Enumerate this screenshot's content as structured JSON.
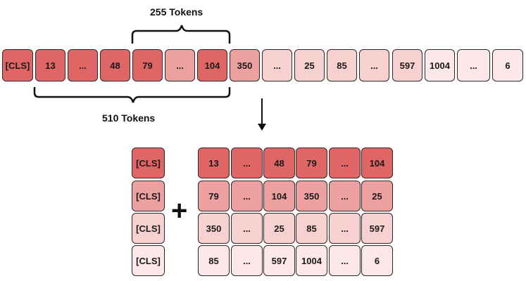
{
  "top_sequence": [
    "[CLS]",
    "13",
    "...",
    "48",
    "79",
    "...",
    "104",
    "350",
    "...",
    "25",
    "85",
    "...",
    "597",
    "1004",
    "...",
    "6"
  ],
  "brace_top_label": "255 Tokens",
  "brace_bottom_label": "510 Tokens",
  "cls_column": [
    "[CLS]",
    "[CLS]",
    "[CLS]",
    "[CLS]"
  ],
  "plus_symbol": "+",
  "chunks": [
    [
      "13",
      "...",
      "48",
      "79",
      "...",
      "104"
    ],
    [
      "79",
      "...",
      "104",
      "350",
      "...",
      "25"
    ],
    [
      "350",
      "...",
      "25",
      "85",
      "...",
      "597"
    ],
    [
      "85",
      "...",
      "597",
      "1004",
      "...",
      "6"
    ]
  ],
  "colors": {
    "dark": "#e06666",
    "medium": "#eda0a0",
    "light": "#f7d0d0",
    "lightest": "#fce8e8",
    "border": "#2a2a2a"
  }
}
